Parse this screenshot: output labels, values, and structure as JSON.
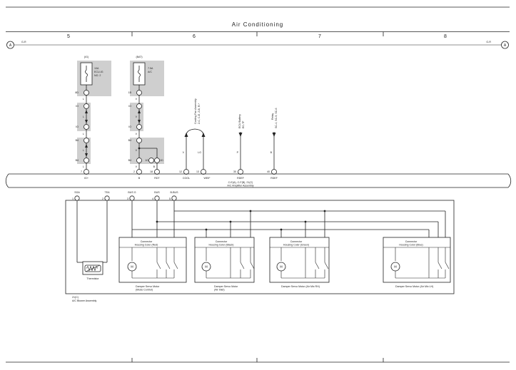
{
  "title": "Air Conditioning",
  "columns": [
    "5",
    "6",
    "7",
    "8"
  ],
  "wire_ref_left": "G-R",
  "wire_ref_right": "G-R",
  "circle_left": "A",
  "circle_right": "A",
  "fuses": [
    {
      "box": "(IG)",
      "name": "10A",
      "sub1": "ECU-IG",
      "sub2": "NO. 2",
      "pins": [
        "8D",
        "IO",
        "IO",
        "B4",
        "B4",
        "1G"
      ],
      "wires": [
        "L",
        "L",
        "L",
        "L",
        "L"
      ],
      "bottom_wire": "L",
      "amp_pin": "7",
      "amp_term": "IG+"
    },
    {
      "box": "(BAT)",
      "name": "7.5A",
      "sub1": "A/C",
      "sub2": "",
      "pins": [
        "1B",
        "IO",
        "IO",
        "B4",
        "B4",
        "1G"
      ],
      "wires": [
        "V",
        "V",
        "V",
        "V",
        "V"
      ],
      "bottom_wire": "V",
      "amp_pin": "2",
      "amp_term": "B"
    }
  ],
  "lg_pin": "1G",
  "ldot_pin": "1D",
  "rpt": {
    "wire": "B",
    "pin": "18",
    "term": "RDT"
  },
  "signals": [
    {
      "label1": "Cooling Fan Assembly",
      "label2": "Z-C, C-E, Z-B, R-*",
      "wire": "V",
      "pin": "12",
      "term": "COOL"
    },
    {
      "label1": "",
      "label2": "",
      "wire": "LG",
      "pin": "13",
      "term": "WEIF"
    },
    {
      "label1": "ECU Battery",
      "label2": "EC-7F",
      "wire": "P",
      "pin": "30",
      "term": "RDEF"
    },
    {
      "label1": "Relay",
      "label2": "SC-4, SC-5, SC-6",
      "wire": "B",
      "pin": "40",
      "term": "RDEF"
    }
  ],
  "amplifier": {
    "conn": "C-E(A), C-F(B), 21(C)",
    "name": "A/C Amplifier Assembly"
  },
  "blower": {
    "conn": "21(C)",
    "name": "A/C Blower Assembly"
  },
  "blower_terms": [
    {
      "label": "SGA",
      "pin": "1"
    },
    {
      "label": "TEA",
      "pin": "2"
    },
    {
      "label": "BUS G",
      "pin": "3"
    },
    {
      "label": "BUS",
      "pin": "4"
    },
    {
      "label": "B-BUS",
      "pin": "5"
    }
  ],
  "thermistor": "Thermistor",
  "motors": [
    {
      "connector": "Connector",
      "color": "Housing Color (Red)",
      "name": "Damper Servo Motor",
      "sub": "(Mode Control)",
      "symbol": "M"
    },
    {
      "connector": "Connector",
      "color": "Housing Color (Black)",
      "name": "Damper Servo Motor",
      "sub": "(Air Inlet)",
      "symbol": "M"
    },
    {
      "connector": "Connector",
      "color": "Housing Color (Green)",
      "name": "Damper Servo Motor (Air Mix RH)",
      "sub": "",
      "symbol": "M"
    },
    {
      "connector": "Connector",
      "color": "Housing Color (Blue)",
      "name": "Damper Servo Motor (Air Mix LH)",
      "sub": "",
      "symbol": "M"
    }
  ]
}
